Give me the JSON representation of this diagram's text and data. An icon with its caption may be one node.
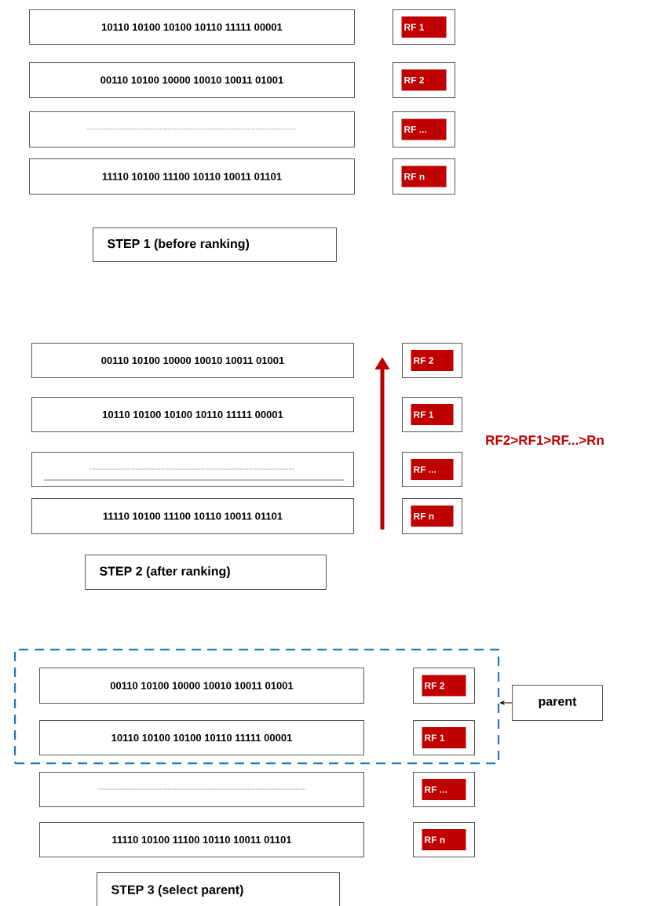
{
  "diagram": {
    "nodes": [
      {
        "text": [
          "10110 10100 10100 10110 11111 00001"
        ]
      },
      {
        "text": [
          "RF 1"
        ]
      },
      {
        "text": [
          "00110 10100 10000 10010 10011 01001"
        ]
      },
      {
        "text": [
          "RF 2"
        ]
      },
      {
        "text": [],
        "shape": "box"
      },
      {
        "text": [
          "RF ..."
        ]
      },
      {
        "text": [
          "11110 10100 11100 10110 10011 01101"
        ]
      },
      {
        "text": [
          "RF n"
        ]
      },
      {
        "text": [
          "STEP 1 (before ranking)"
        ]
      },
      {
        "text": [
          "00110 10100 10000 10010 10011 01001"
        ]
      },
      {
        "text": [
          "RF 2"
        ]
      },
      {
        "text": [
          "10110 10100 10100 10110 11111 00001"
        ]
      },
      {
        "text": [
          "RF 1"
        ]
      },
      {
        "text": [],
        "shape": "box"
      },
      {
        "text": [
          "RF ..."
        ]
      },
      {
        "text": [
          "11110 10100 11100 10110 10011 01101"
        ]
      },
      {
        "text": [
          "RF n"
        ]
      },
      {
        "text": [
          "STEP 2 (after ranking)"
        ]
      },
      {
        "text": [],
        "shape": "box"
      },
      {
        "text": [
          "00110 10100 10000 10010 10011 01001"
        ],
        "in": 18
      },
      {
        "text": [
          "RF 2"
        ],
        "in": 18
      },
      {
        "text": [
          "10110 10100 10100 10110 11111 00001"
        ],
        "in": 18
      },
      {
        "text": [
          "RF 1"
        ],
        "in": 18
      },
      {
        "text": [],
        "shape": "box"
      },
      {
        "text": [
          "RF ..."
        ]
      },
      {
        "text": [
          "11110 10100 11100 10110 10011 01101"
        ]
      },
      {
        "text": [
          "RF n"
        ]
      },
      {
        "text": [
          "parent"
        ]
      },
      {
        "text": [
          "STEP 3 (select parent)"
        ]
      }
    ],
    "edges": [
      {
        "from": 27,
        "to": 18,
        "arrow": "to"
      }
    ],
    "labels": [
      "RF2>RF1>RF...>Rn"
    ]
  }
}
